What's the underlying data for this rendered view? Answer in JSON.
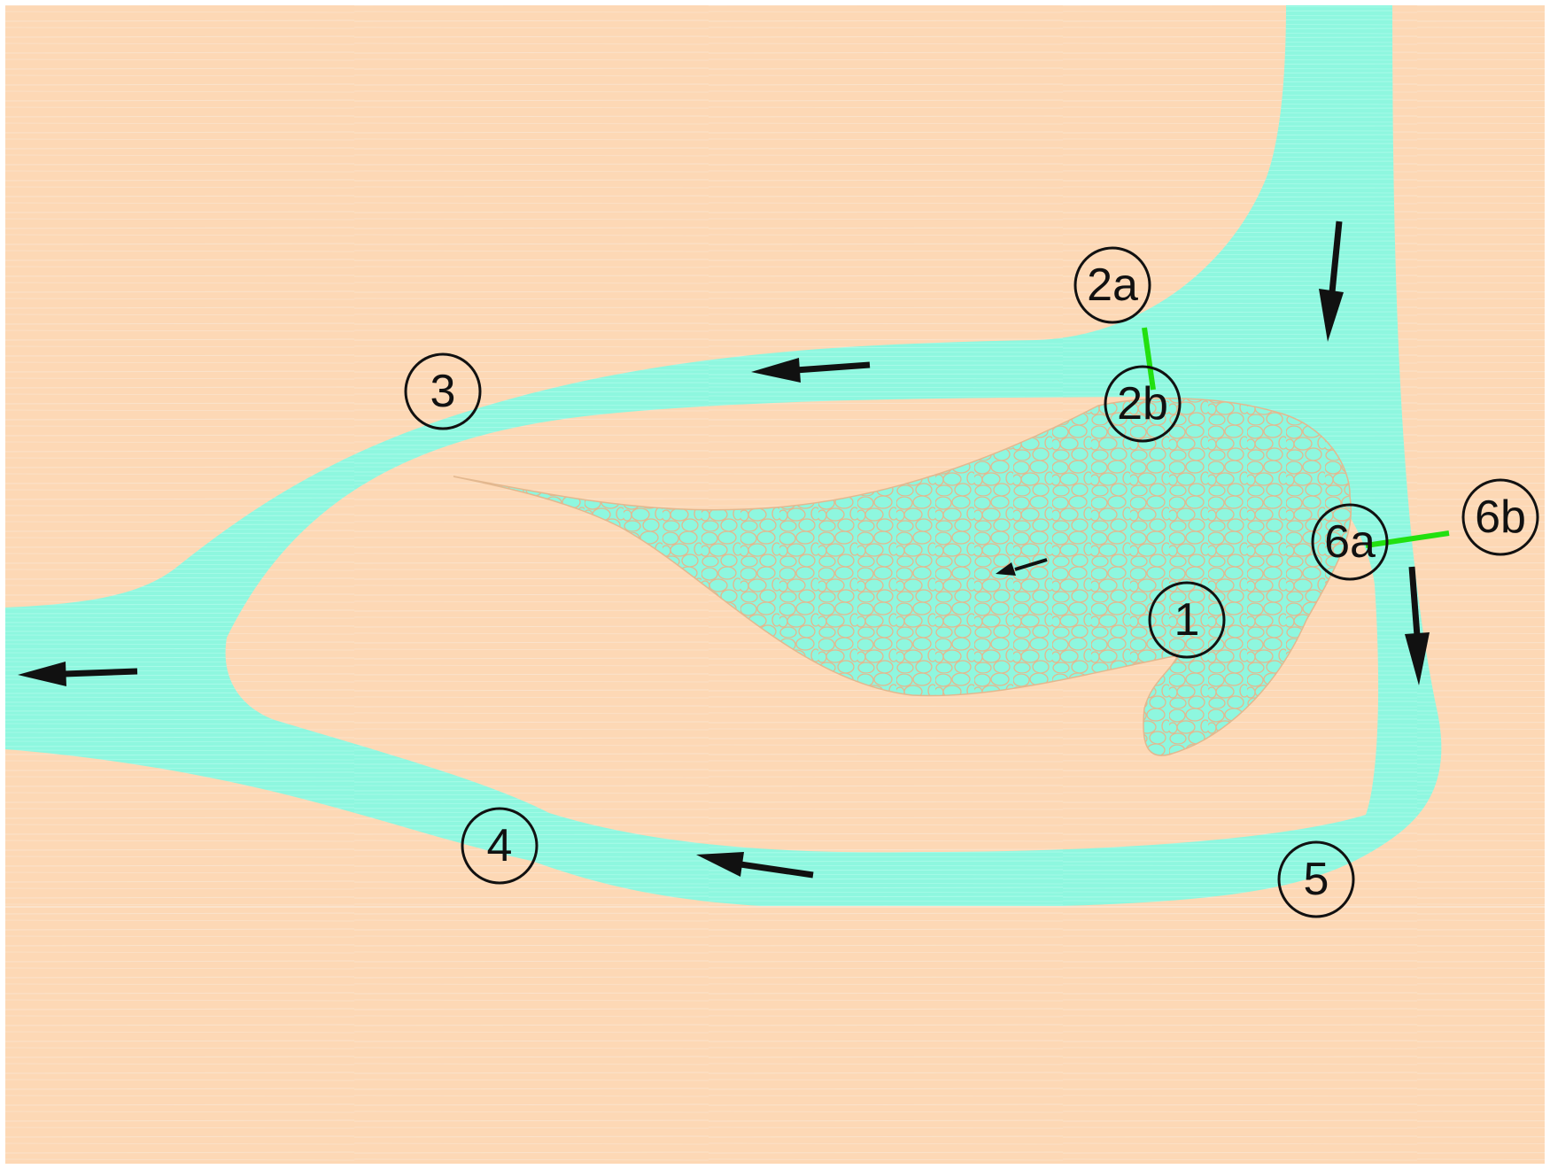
{
  "colors": {
    "tissue": "#fdd8b5",
    "tissue_streak": "#fbe3cc",
    "channel": "#8ef7df",
    "channel_streak": "#a9fbe9",
    "mesh_line": "#e3b88f",
    "marker": "#22e010",
    "ink": "#111111"
  },
  "labels": [
    {
      "id": "label-1",
      "text": "1"
    },
    {
      "id": "label-2a",
      "text": "2a"
    },
    {
      "id": "label-2b",
      "text": "2b"
    },
    {
      "id": "label-3",
      "text": "3"
    },
    {
      "id": "label-4",
      "text": "4"
    },
    {
      "id": "label-5",
      "text": "5"
    },
    {
      "id": "label-6a",
      "text": "6a"
    },
    {
      "id": "label-6b",
      "text": "6b"
    }
  ],
  "arrows": [
    {
      "id": "arrow-inflow-vertical",
      "direction": "down"
    },
    {
      "id": "arrow-upper-branch",
      "direction": "left"
    },
    {
      "id": "arrow-outflow-left",
      "direction": "left"
    },
    {
      "id": "arrow-mesh-interior",
      "direction": "left"
    },
    {
      "id": "arrow-right-descending",
      "direction": "down"
    },
    {
      "id": "arrow-lower-branch",
      "direction": "left"
    }
  ],
  "markers": [
    {
      "id": "marker-2",
      "between": [
        "2a",
        "2b"
      ]
    },
    {
      "id": "marker-6",
      "between": [
        "6a",
        "6b"
      ]
    }
  ]
}
